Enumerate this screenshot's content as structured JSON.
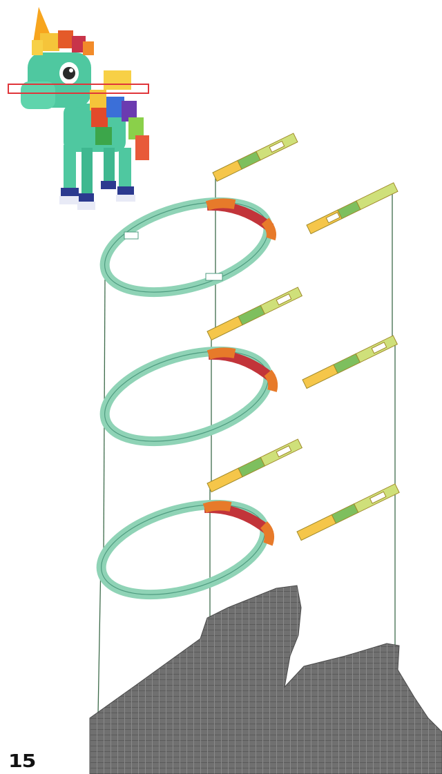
{
  "page": {
    "number": "15"
  },
  "colors": {
    "teal": "#8fd3b6",
    "teal_dark": "#4f9c80",
    "orange": "#e77a2a",
    "red": "#c2343a",
    "yellow": "#f5c64a",
    "lime": "#cfe07a",
    "green": "#7ebf5e",
    "gray": "#6b6b6b",
    "guide_line": "#3d6b4a",
    "highlight_box": "#e0353a"
  },
  "model": {
    "name_icon": "unicorn-reference-icon",
    "highlight": "current-layer-marker"
  },
  "steps": {
    "ring_layers": 3,
    "bar_pieces_per_layer": 2
  }
}
